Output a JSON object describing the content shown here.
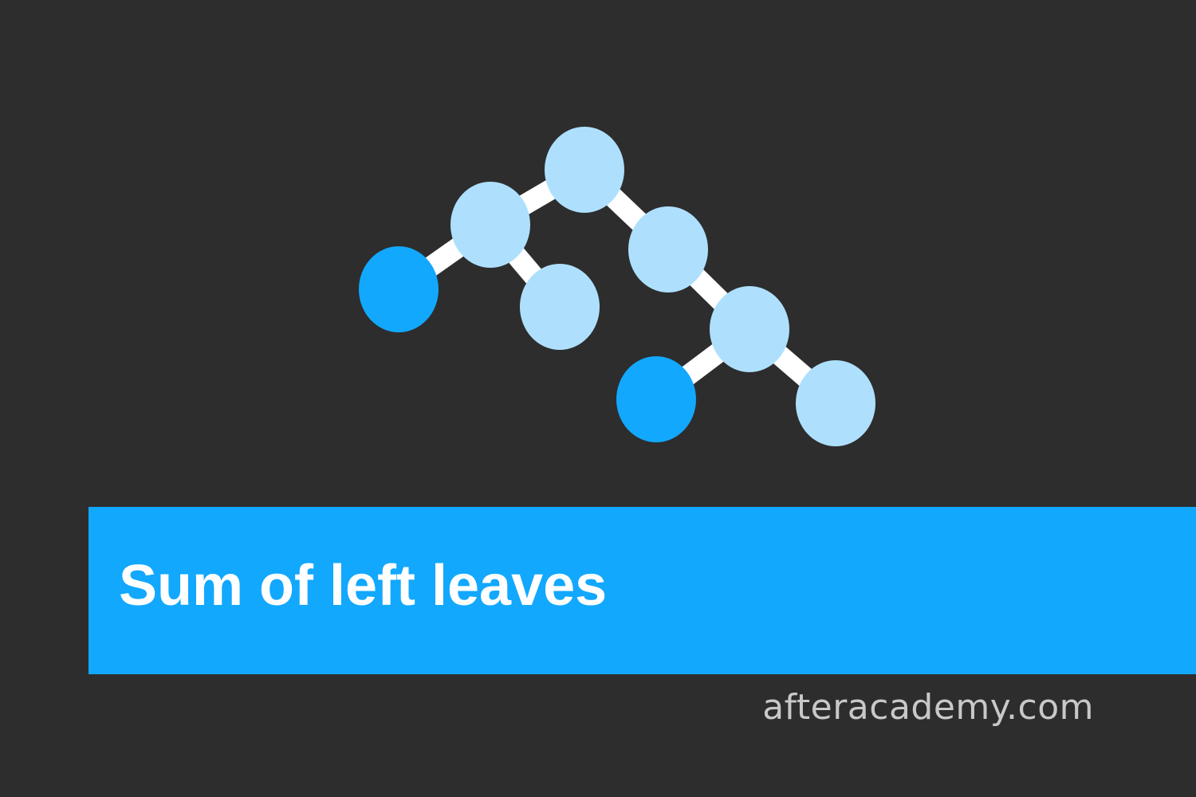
{
  "title": "Sum of left leaves",
  "site": "afteracademy.com",
  "colors": {
    "background": "#2d2d2e",
    "banner": "#12a8fd",
    "node": "#aee0fd",
    "left_leaf_node": "#12a8fd",
    "edge": "#ffffff",
    "url_text": "#c8c8c8"
  },
  "tree": {
    "nodes": [
      {
        "id": "root",
        "kind": "internal"
      },
      {
        "id": "left-child",
        "kind": "internal"
      },
      {
        "id": "left-left-leaf",
        "kind": "left-leaf"
      },
      {
        "id": "left-right-leaf",
        "kind": "leaf"
      },
      {
        "id": "right-child",
        "kind": "internal"
      },
      {
        "id": "right-right-child",
        "kind": "internal"
      },
      {
        "id": "right-right-left-leaf",
        "kind": "left-leaf"
      },
      {
        "id": "right-right-right-leaf",
        "kind": "leaf"
      }
    ],
    "edges": [
      [
        "root",
        "left-child"
      ],
      [
        "root",
        "right-child"
      ],
      [
        "left-child",
        "left-left-leaf"
      ],
      [
        "left-child",
        "left-right-leaf"
      ],
      [
        "right-child",
        "right-right-child"
      ],
      [
        "right-right-child",
        "right-right-left-leaf"
      ],
      [
        "right-right-child",
        "right-right-right-leaf"
      ]
    ]
  }
}
